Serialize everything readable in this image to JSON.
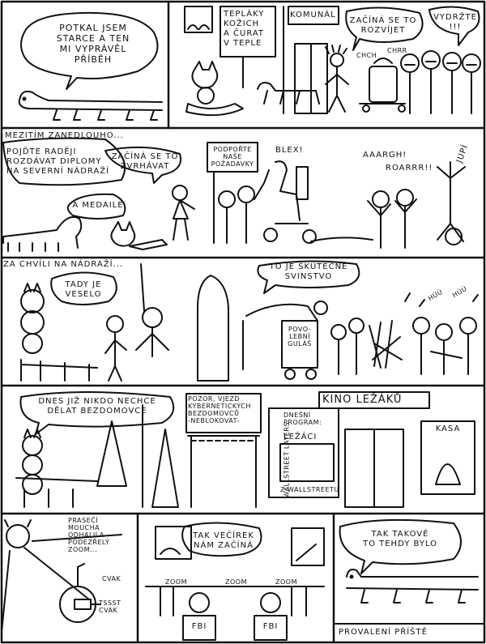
{
  "panel1": {
    "speech": "POTKAL JSEM\nSTARCE A TEN\nMI VYPRÁVĚL\nPŘÍBĚH"
  },
  "panel2": {
    "sign": "TEPLÁKY\nKOŽICH\nA ČURAT\nV TEPLE",
    "building": "KOMUNÁL",
    "speech1": "ZAČÍNÁ SE TO\nROZVÍJET",
    "speech2": "VYDRŽTE\n!!!",
    "sfx1": "CHCH",
    "sfx2": "CHRR"
  },
  "panel3": {
    "caption": "MEZITÍM ZANEDLOUHO...",
    "speech1": "POJĎTE RADĚJI\nROZDÁVAT DIPLOMY\nNA SEVERNÍ NÁDRAŽÍ",
    "speech2": "ZAČÍNÁ SE TO\nZVRHÁVAT",
    "speech3": "A MEDAILE",
    "sign": "PODPOŘTE\nNAŠE\nPOŽADAVKY",
    "sfx1": "BLEX!",
    "sfx2": "AAARGH!",
    "sfx3": "ROARRR!!",
    "sfx4": "JUPÍ"
  },
  "panel4": {
    "caption": "ZA CHVÍLI NA NÁDRAŽÍ...",
    "speech1": "TADY JE\nVESELO",
    "speech2": "TO JE SKUTEČNÉ\nSVINSTVO",
    "cart_label": "POVO-\nLEBNÍ\nGULÁŠ",
    "sfx1": "HÚÚ",
    "sfx2": "HÚÚ"
  },
  "panel5": {
    "speech": "DNES JIŽ NIKDO NECHCE\nDĚLAT BEZDOMOVCE",
    "warning": "POZOR, VJEZD\nKYBERNETICKÝCH\nBEZDOMOVCŮ\n-NEBLOKOVAT-",
    "cinema": "KINO LEŽÁKŮ",
    "program_title": "DNEŠNÍ\nPROGRAM:",
    "film": "LEŽÁCI",
    "film_sub": "Z WALLSTREETU",
    "poster_side": "WALLSTREET LAYERS",
    "kasa": "KASA"
  },
  "panel6": {
    "caption": "PRASEČÍ\nMOUCHA ODHALILA\nPODEZŘELÝ ZOOM...",
    "sfx1": "CVAK",
    "sfx2": "TSSST\nCVAK"
  },
  "panel7": {
    "speech": "TAK VEČÍREK\nNÁM ZAČÍNÁ",
    "zoom1": "ZOOM",
    "zoom2": "ZOOM",
    "zoom3": "ZOOM",
    "badge1": "FBI",
    "badge2": "FBI"
  },
  "panel8": {
    "speech": "TAK TAKOVÉ\nTO TEHDY BYLO",
    "footer": "PROVALENÍ PŘÍŠTĚ"
  }
}
